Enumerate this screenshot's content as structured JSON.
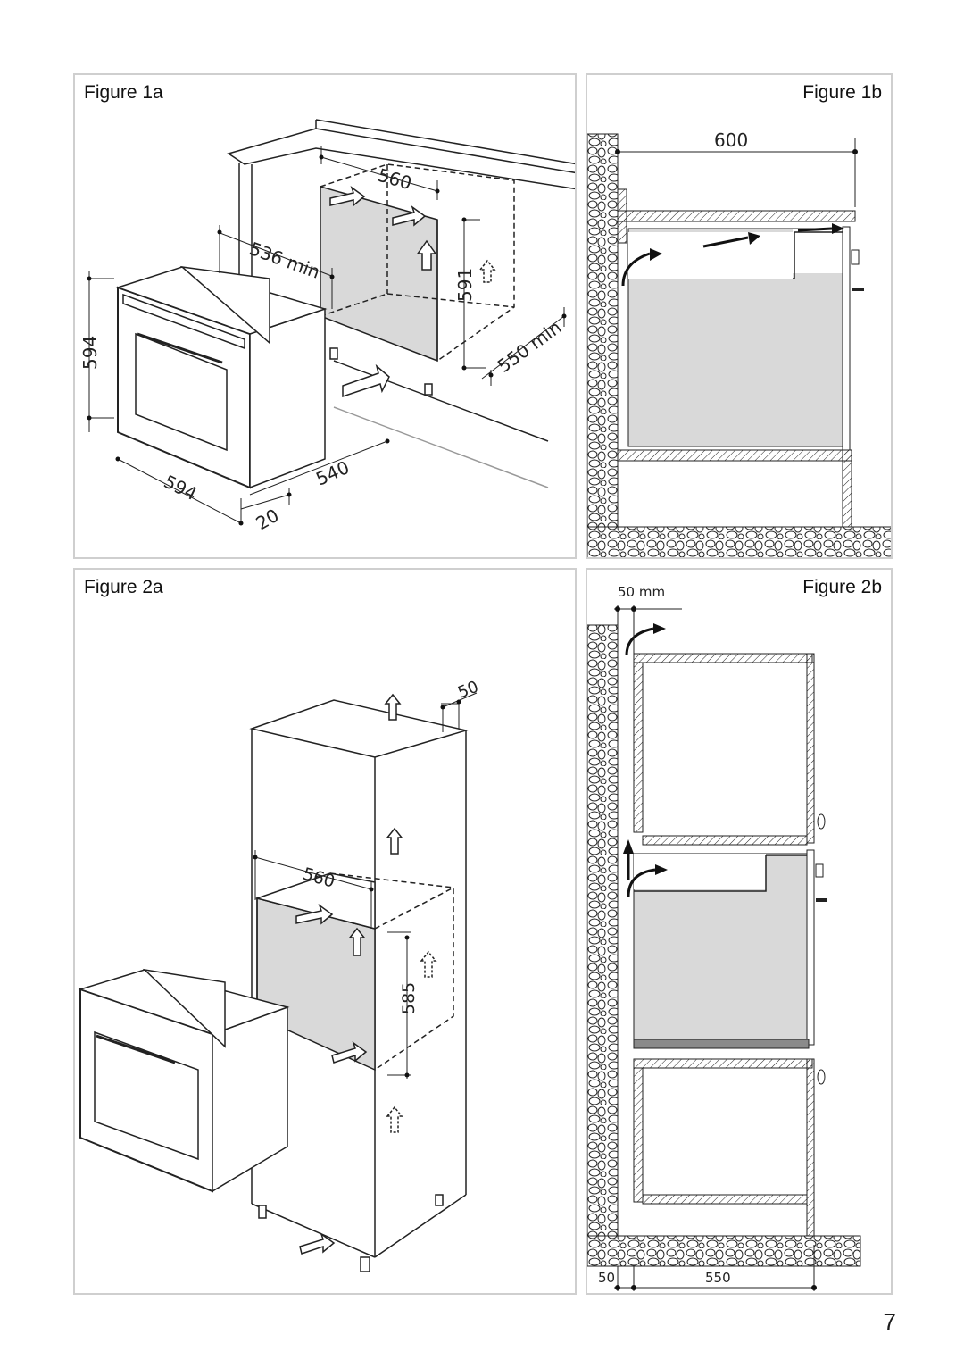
{
  "figures": {
    "fig1a": {
      "title": "Figure 1a",
      "dims": {
        "width_top": "560",
        "depth_min": "536 min",
        "height_left": "594",
        "height_right": "591",
        "depth_right": "550 min",
        "depth_bottom": "540",
        "width_bottom": "594",
        "offset": "20"
      }
    },
    "fig1b": {
      "title": "Figure 1b",
      "dims": {
        "width_top": "600"
      }
    },
    "fig2a": {
      "title": "Figure 2a",
      "dims": {
        "gap_top": "50",
        "width_mid": "560",
        "height_mid": "585"
      }
    },
    "fig2b": {
      "title": "Figure 2b",
      "dims": {
        "gap_top": "50 mm",
        "gap_bottom": "50",
        "depth_bottom": "550"
      }
    }
  },
  "page_number": "7",
  "colors": {
    "panel_border": "#cfcfcf",
    "cavity_fill": "#d9d9d9",
    "line": "#222222"
  }
}
